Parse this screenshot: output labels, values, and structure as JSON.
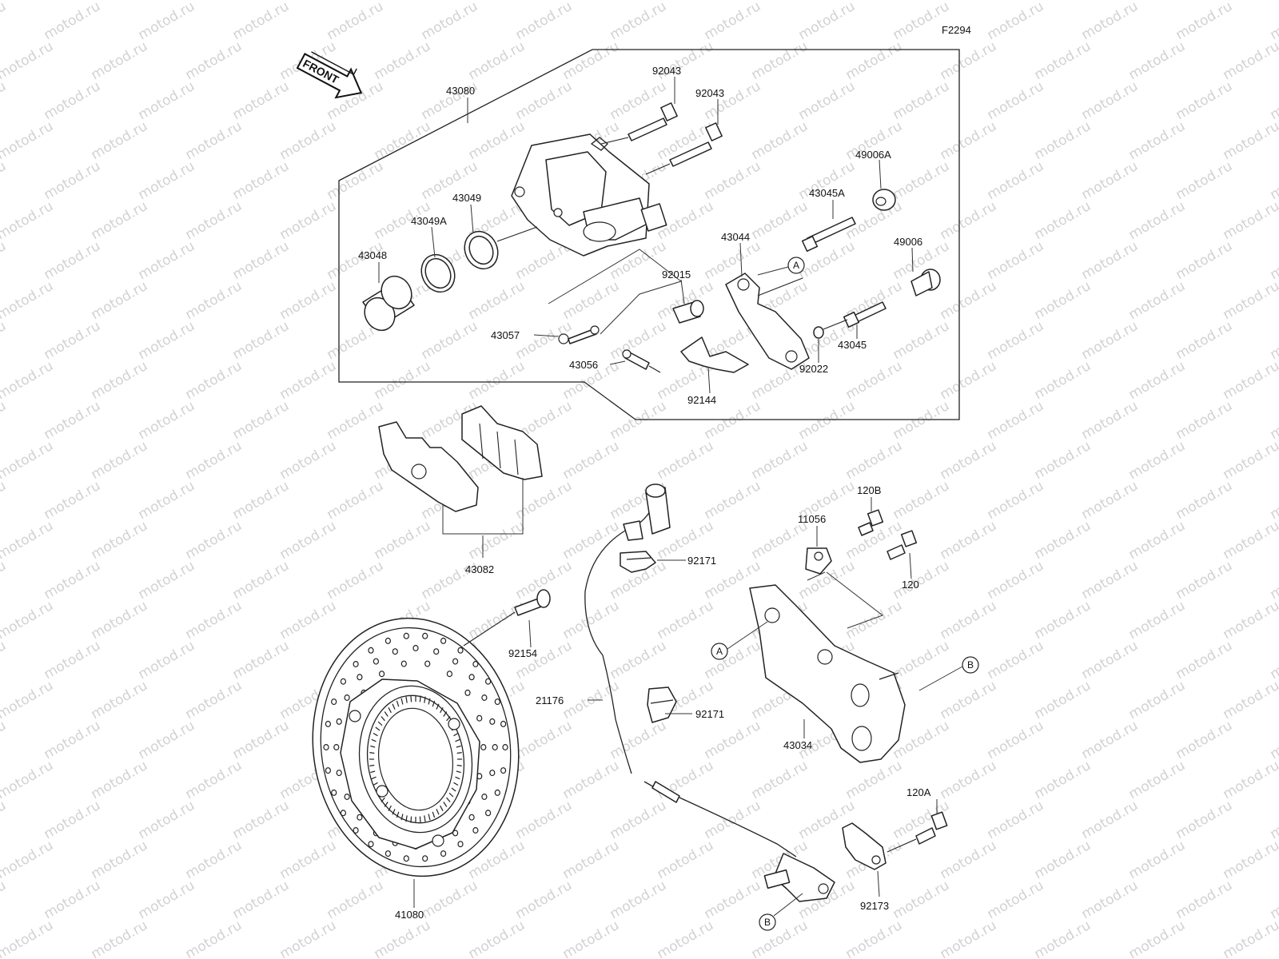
{
  "figure_code": "F2294",
  "direction_marker": "FRONT",
  "watermark": "motod.ru",
  "parts": {
    "p43080": "43080",
    "p92043a": "92043",
    "p92043b": "92043",
    "p43049": "43049",
    "p43049A": "43049A",
    "p43048": "43048",
    "p49006A": "49006A",
    "p43045A": "43045A",
    "p43044": "43044",
    "p49006": "49006",
    "p92015": "92015",
    "p43057": "43057",
    "p43056": "43056",
    "p92144": "92144",
    "p92022": "92022",
    "p43045": "43045",
    "p43082": "43082",
    "p120B": "120B",
    "p11056": "11056",
    "p120": "120",
    "p92171a": "92171",
    "p92171b": "92171",
    "p92154": "92154",
    "p21176": "21176",
    "p43034": "43034",
    "p41080": "41080",
    "p120A": "120A",
    "p92173": "92173"
  },
  "refs": {
    "a": "A",
    "b": "B"
  }
}
